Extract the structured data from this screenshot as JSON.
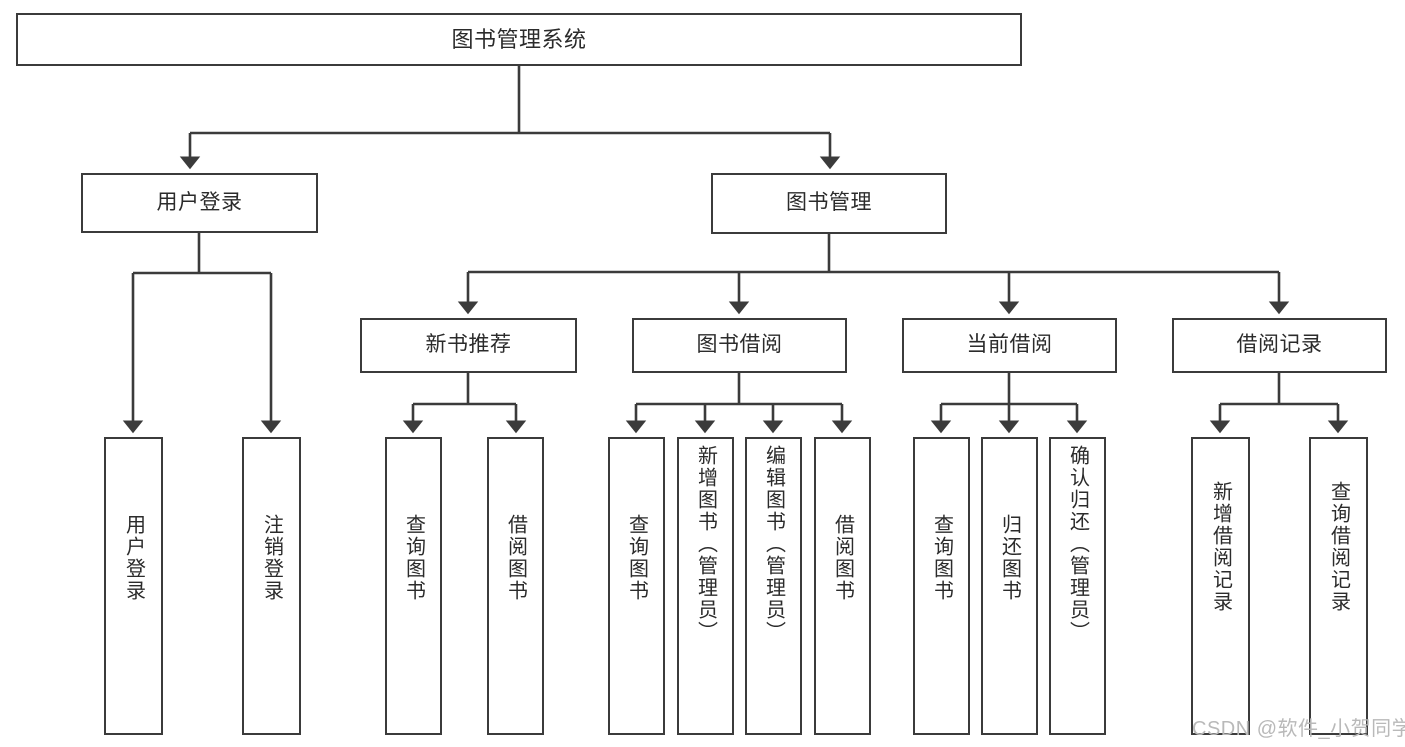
{
  "diagram": {
    "title": "图书管理系统",
    "type": "tree",
    "stroke_color": "#3b3b3b",
    "fill_color": "#ffffff",
    "text_color": "#2b2b2b"
  },
  "nodes": {
    "root": {
      "label": "图书管理系统"
    },
    "level2": [
      {
        "id": "user-login",
        "label": "用户登录"
      },
      {
        "id": "book-manage",
        "label": "图书管理"
      }
    ],
    "level3": [
      {
        "id": "new-book-recommend",
        "label": "新书推荐"
      },
      {
        "id": "book-borrow",
        "label": "图书借阅"
      },
      {
        "id": "current-borrow",
        "label": "当前借阅"
      },
      {
        "id": "borrow-record",
        "label": "借阅记录"
      }
    ],
    "leaves": {
      "user_login": [
        {
          "id": "leaf-user-login",
          "label": "用户登录"
        },
        {
          "id": "leaf-logout-login",
          "label": "注销登录"
        }
      ],
      "new_book_recommend": [
        {
          "id": "leaf-query-book-1",
          "label": "查询图书"
        },
        {
          "id": "leaf-borrow-book-1",
          "label": "借阅图书"
        }
      ],
      "book_borrow": [
        {
          "id": "leaf-query-book-2",
          "label": "查询图书"
        },
        {
          "id": "leaf-add-book",
          "label": "新增图书（管理员）"
        },
        {
          "id": "leaf-edit-book",
          "label": "编辑图书（管理员）"
        },
        {
          "id": "leaf-borrow-book-2",
          "label": "借阅图书"
        }
      ],
      "current_borrow": [
        {
          "id": "leaf-query-book-3",
          "label": "查询图书"
        },
        {
          "id": "leaf-return-book",
          "label": "归还图书"
        },
        {
          "id": "leaf-confirm-return",
          "label": "确认归还（管理员）"
        }
      ],
      "borrow_record": [
        {
          "id": "leaf-add-record",
          "label": "新增借阅记录"
        },
        {
          "id": "leaf-query-record",
          "label": "查询借阅记录"
        }
      ]
    }
  },
  "watermark": {
    "text": "CSDN @软件_小贺同学"
  }
}
